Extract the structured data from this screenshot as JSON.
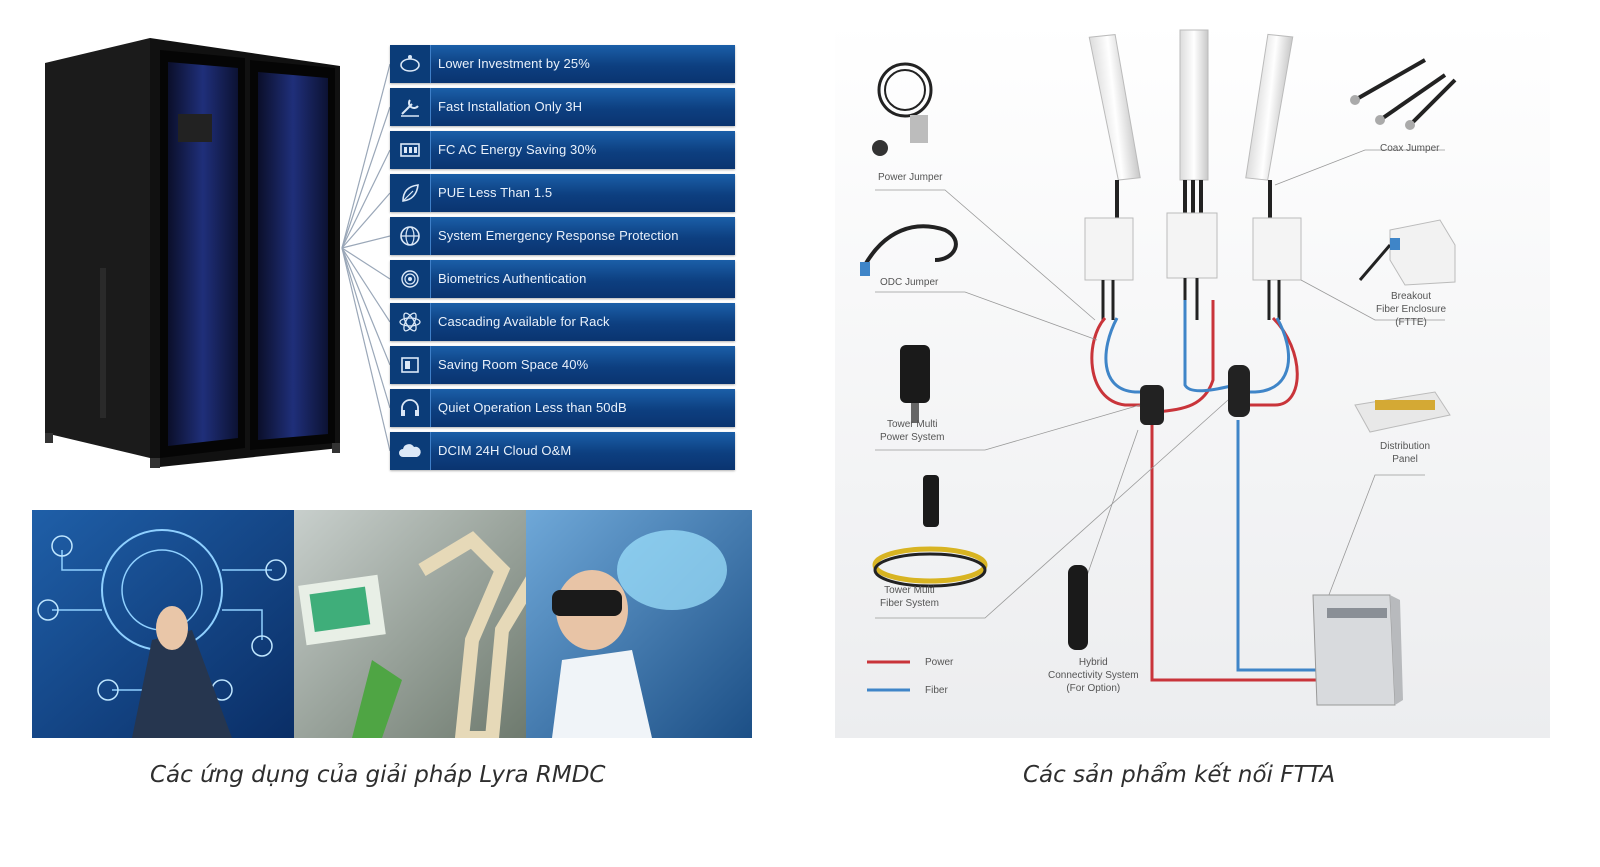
{
  "left_panel": {
    "features": [
      {
        "icon": "piggy-bank-icon",
        "label": "Lower Investment by  25%"
      },
      {
        "icon": "wrench-icon",
        "label": "Fast Installation Only 3H"
      },
      {
        "icon": "battery-icon",
        "label": "FC AC Energy Saving 30%"
      },
      {
        "icon": "leaf-icon",
        "label": "PUE Less Than 1.5"
      },
      {
        "icon": "shield-globe-icon",
        "label": "System Emergency Response Protection"
      },
      {
        "icon": "fingerprint-icon",
        "label": "Biometrics Authentication"
      },
      {
        "icon": "atom-icon",
        "label": "Cascading Available for Rack"
      },
      {
        "icon": "space-icon",
        "label": "Saving Room Space 40%"
      },
      {
        "icon": "headphones-icon",
        "label": "Quiet Operation Less than 50dB"
      },
      {
        "icon": "cloud-icon",
        "label": "DCIM 24H Cloud O&M"
      }
    ],
    "caption": "Các ứng dụng của giải pháp Lyra RMDC"
  },
  "right_panel": {
    "labels": {
      "power_jumper": "Power Jumper",
      "odc_jumper": "ODC Jumper",
      "coax_jumper": "Coax Jumper",
      "tower_power": [
        "Tower Multi",
        "Power System"
      ],
      "tower_fiber": [
        "Tower Multi",
        "Fiber System"
      ],
      "breakout": [
        "Breakout",
        "Fiber Enclosure",
        "(FTTE)"
      ],
      "distribution": [
        "Distribution",
        "Panel"
      ],
      "hybrid": [
        "Hybrid",
        "Connectivity System",
        "(For Option)"
      ],
      "legend_power": "Power",
      "legend_fiber": "Fiber"
    },
    "colors": {
      "power": "#c9343a",
      "fiber": "#3f85c8"
    },
    "caption": "Các sản phẩm kết nối FTTA"
  }
}
